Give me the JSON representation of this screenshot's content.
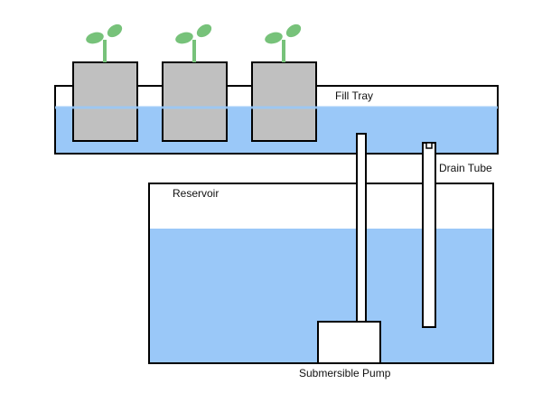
{
  "labels": {
    "fill_tray": "Fill Tray",
    "drain_tube": "Drain Tube",
    "reservoir": "Reservoir",
    "pump": "Submersible Pump"
  },
  "colors": {
    "water": "#9ac8f8",
    "pot": "#c0c0c0",
    "leaf": "#77c27a",
    "outline": "#000000",
    "background": "#ffffff"
  }
}
